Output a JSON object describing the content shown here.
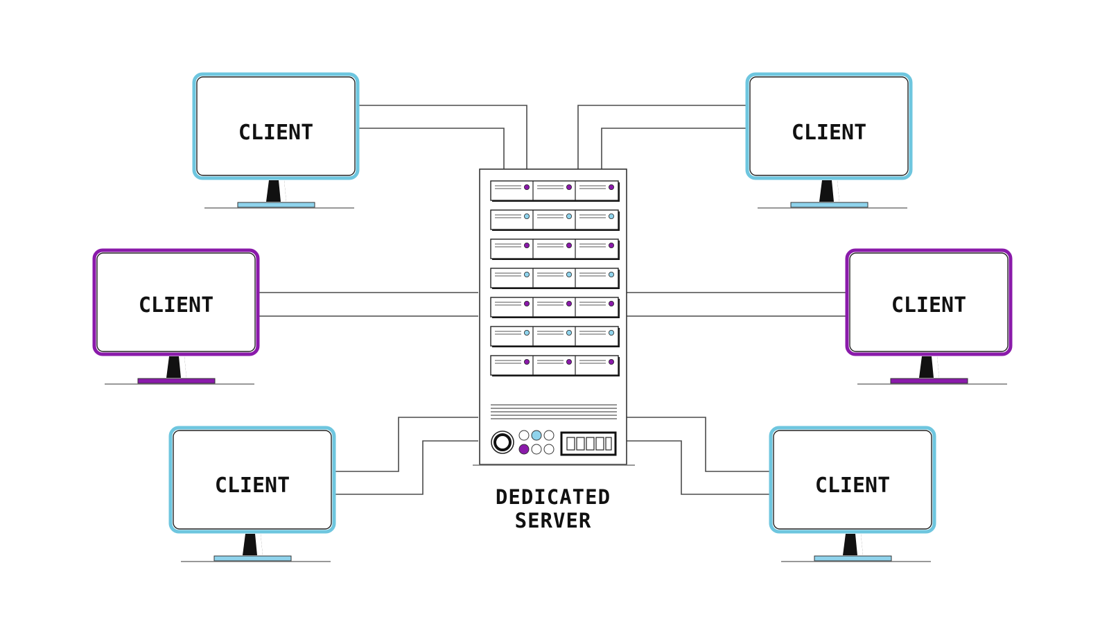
{
  "server": {
    "label_line1": "DEDICATED",
    "label_line2": "SERVER"
  },
  "clients": [
    {
      "id": "top-left",
      "label": "CLIENT",
      "color": "#6ec6df"
    },
    {
      "id": "top-right",
      "label": "CLIENT",
      "color": "#6ec6df"
    },
    {
      "id": "middle-left",
      "label": "CLIENT",
      "color": "#8a1aaa"
    },
    {
      "id": "middle-right",
      "label": "CLIENT",
      "color": "#8a1aaa"
    },
    {
      "id": "bottom-left",
      "label": "CLIENT",
      "color": "#6ec6df"
    },
    {
      "id": "bottom-right",
      "label": "CLIENT",
      "color": "#6ec6df"
    }
  ],
  "colors": {
    "cyan": "#6ec6df",
    "purple": "#8a1aaa",
    "line": "#4a4a4a",
    "ink": "#111111"
  }
}
